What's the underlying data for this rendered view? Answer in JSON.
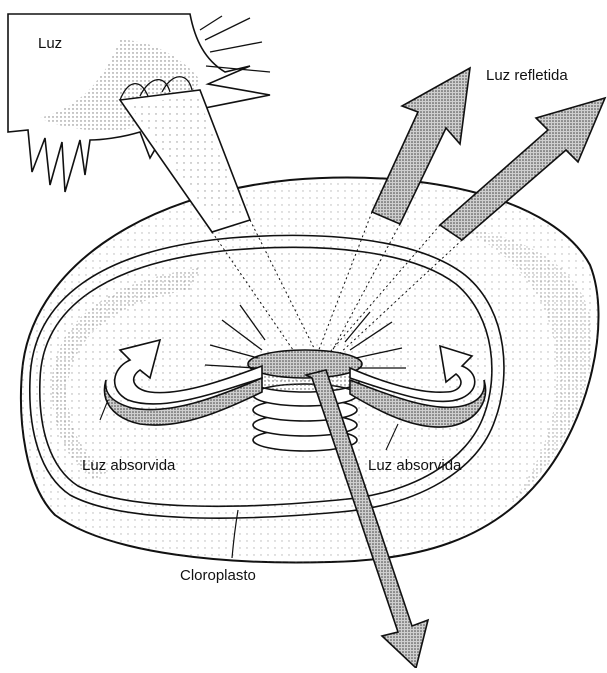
{
  "labels": {
    "light": "Luz",
    "reflected_light": "Luz refletida",
    "absorbed_left": "Luz absorvida",
    "absorbed_right": "Luz absorvida",
    "chloroplast": "Cloroplasto"
  },
  "colors": {
    "ink": "#111111",
    "paper": "#ffffff",
    "stipple": "#555555",
    "arrow_fill": "#b8b8b8"
  }
}
